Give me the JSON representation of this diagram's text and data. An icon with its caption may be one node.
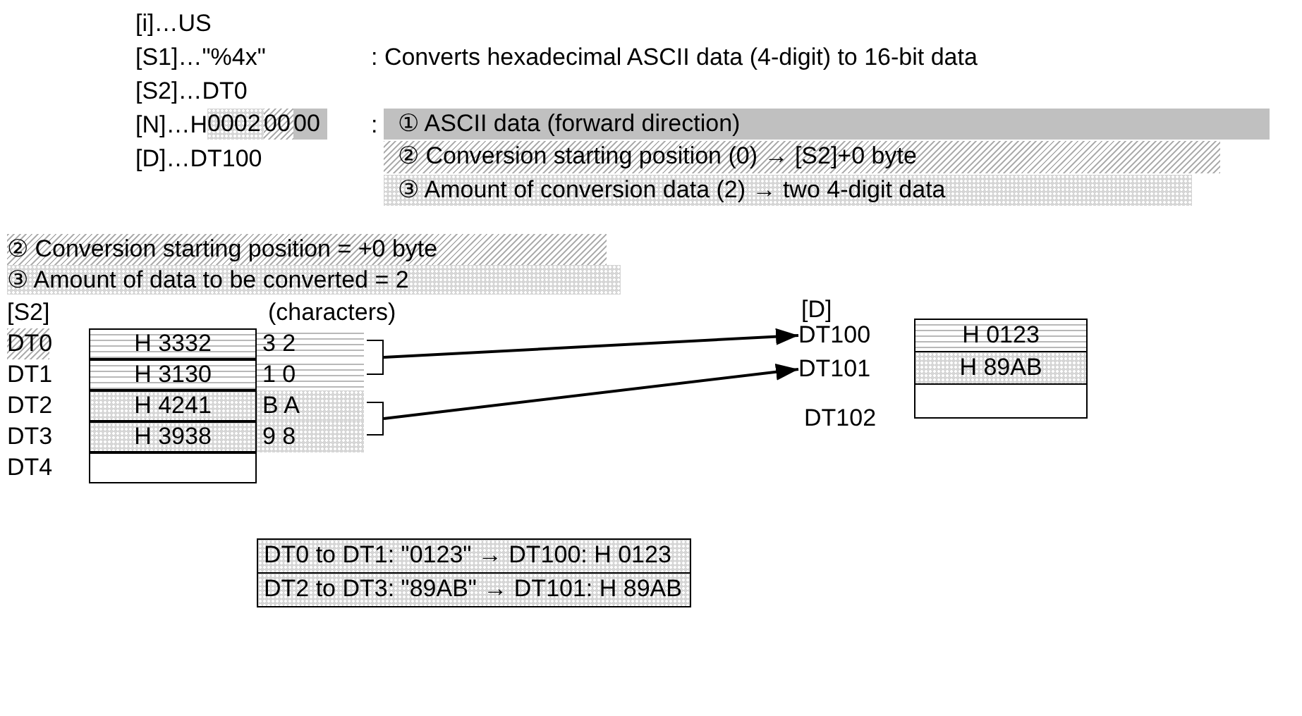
{
  "diagram": {
    "nodes": [
      {
        "text": [],
        "shape": "bracket"
      },
      {
        "text": [],
        "shape": "bracket"
      },
      {
        "text": [
          "DT100"
        ]
      },
      {
        "text": [
          "DT101"
        ]
      }
    ],
    "edges": [
      {
        "from": 0,
        "to": 2,
        "arrow": "to"
      },
      {
        "from": 1,
        "to": 3,
        "arrow": "to"
      }
    ],
    "labels": [
      "[i]…US",
      "[S1]…\"%4x\"",
      ": Converts hexadecimal ASCII data (4-digit) to 16-bit data",
      "[S2]…DT0",
      "[N]…H",
      "0002",
      "00",
      "00",
      ":",
      "① ASCII data (forward direction)",
      "[D]…DT100",
      "② Conversion starting position (0) → [S2]+0 byte",
      "③ Amount of conversion data (2) → two 4-digit data",
      "② Conversion starting position = +0 byte",
      "③ Amount of data to be converted = 2",
      "[S2]",
      "(characters)",
      "[D]",
      "DT0",
      "H 3332",
      "3 2",
      "DT1",
      "H 3130",
      "1 0",
      "DT2",
      "H 4241",
      "B A",
      "DT3",
      "H 3938",
      "9 8",
      "DT4",
      "H 0123",
      "H 89AB",
      "DT102",
      "DT0 to DT1: \"0123\" → DT100: H 0123",
      "DT2 to DT3: \"89AB\" → DT101: H 89AB"
    ]
  }
}
